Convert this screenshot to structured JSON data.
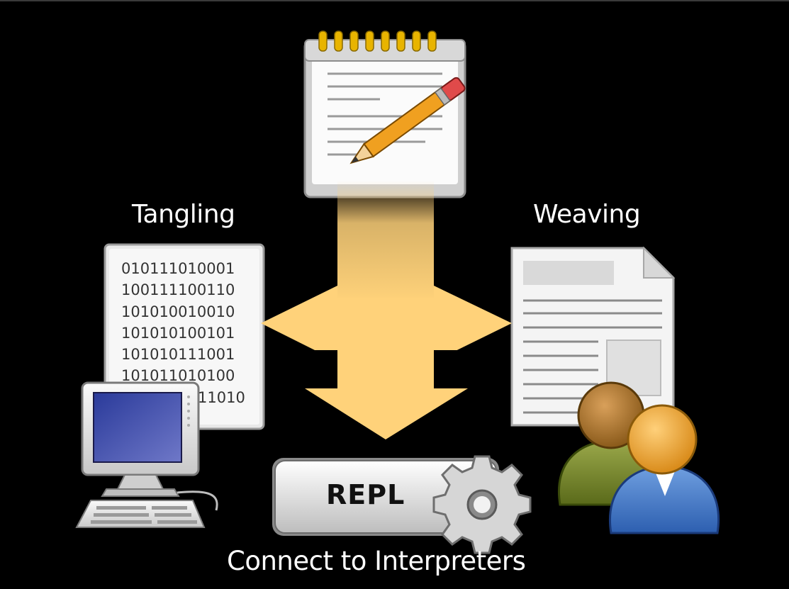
{
  "labels": {
    "tangling": "Tangling",
    "weaving": "Weaving",
    "connect": "Connect to Interpreters",
    "repl": "REPL"
  },
  "binary_lines": [
    "010111010001",
    "100111100110",
    "101010010010",
    "101010100101",
    "101010111001",
    "101011010100",
    "11010"
  ],
  "icons": {
    "notepad": "notepad-pencil-icon",
    "code": "binary-document-icon",
    "computer": "desktop-computer-icon",
    "document": "text-document-icon",
    "users": "users-icon",
    "gear": "gear-icon",
    "arrows": "three-way-arrow"
  },
  "colors": {
    "arrow": "#FFD27A",
    "background": "#000000"
  }
}
